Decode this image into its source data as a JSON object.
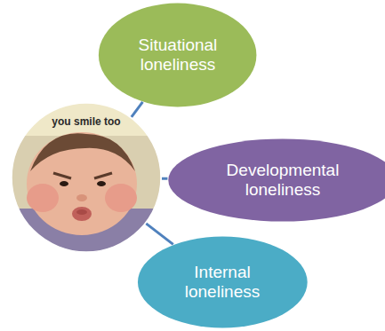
{
  "diagram": {
    "nodes": [
      {
        "text": [
          "you smile too"
        ]
      },
      {
        "text": [
          "Situational loneliness"
        ]
      },
      {
        "text": [
          "Developmental loneliness"
        ]
      },
      {
        "text": [
          "Internal loneliness"
        ]
      }
    ],
    "edges": [
      {
        "from": 0,
        "to": 1,
        "arrow": "none"
      },
      {
        "from": 0,
        "to": 2,
        "arrow": "none"
      },
      {
        "from": 0,
        "to": 3,
        "arrow": "none"
      }
    ]
  }
}
